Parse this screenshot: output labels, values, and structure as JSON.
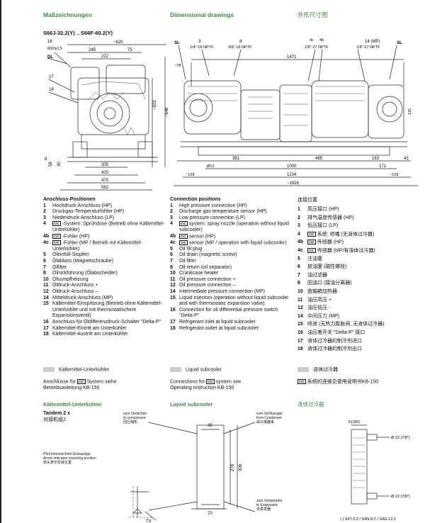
{
  "headers": {
    "de": "Maßzeichnungen",
    "en": "Dimensional drawings",
    "cn": "外形尺寸图"
  },
  "model_range": "S66J-32.2(Y) .. S66F-60.2(Y)",
  "dims_left": {
    "d16": "16",
    "m20": "M20x1.5",
    "dl": "DL",
    "d17": "17",
    "d18": "18",
    "d620": "~620",
    "d245": "245",
    "d75": "75",
    "d222": "222",
    "d923": "~923",
    "d646": "~646",
    "d8": "8",
    "d58": "58",
    "d30": "30",
    "d305": "305",
    "d420": "420",
    "d470": "470",
    "d562": "562"
  },
  "dims_right": {
    "sl_left": "SL",
    "p3": "3",
    "p3_thread": "1/4\"-18 NPTF",
    "p8": "8",
    "p8_thread": "3/8\"-18 NPTF",
    "p4c": "4c",
    "p4b": "4b",
    "p4_thread": "1/8\"-27 NPTF",
    "p14": "14 (MP)",
    "p14_thread": "1/8\"-27 NPTF",
    "sl_right": "SL",
    "d78": "~78",
    "d1471": "1471",
    "d115": "115",
    "d381": "381",
    "d465": "465",
    "d163": "163",
    "d43": "43",
    "d13": "Ø13",
    "d1000": "1000",
    "d171": "171",
    "d128": "~128",
    "d1234": "1234",
    "d128b": "~128",
    "d1826": "~1826"
  },
  "sections": {
    "de": {
      "title": "Anschluss-Positionen",
      "items": [
        {
          "n": "1",
          "t": "Hochdruck-Anschluss (HP)"
        },
        {
          "n": "2",
          "t": "Druckgas-Temperaturfühler (HP)"
        },
        {
          "n": "3",
          "t": "Niederdruck-Anschluss (LP)"
        },
        {
          "n": "4",
          "t": "-System: Sprühdüse (Betrieb ohne Kältemittel-Unterkühler)",
          "badge": true
        },
        {
          "n": "4b",
          "t": "-Fühler (HP)",
          "badge": true
        },
        {
          "n": "4c",
          "t": "-Fühler (MP / Betrieb mit Kältemittel-Unterkühler)",
          "badge": true
        },
        {
          "n": "5",
          "t": "Öleinfüll-Stopfen"
        },
        {
          "n": "6",
          "t": "Ölablass (Magnetschraube)"
        },
        {
          "n": "7",
          "t": "Ölfilter"
        },
        {
          "n": "8",
          "t": "Ölrückführung (Ölabscheider)"
        },
        {
          "n": "10",
          "t": "Ölsumpfheizung"
        },
        {
          "n": "11",
          "t": "Öldruck-Anschluss +"
        },
        {
          "n": "12",
          "t": "Öldruck-Anschluss –"
        },
        {
          "n": "14",
          "t": "Mitteldruck-Anschluss (MP)"
        },
        {
          "n": "15",
          "t": "Kältemittel-Einspritzung (Betrieb ohne Kältemittel-Unterkühler und mit thermostatischem Expansionsventil)"
        },
        {
          "n": "16",
          "t": "Anschluss für Öldifferenzdruck-Schalter \"Delta-P\""
        },
        {
          "n": "17",
          "t": "Kältemittel-Eintritt am Unterkühler"
        },
        {
          "n": "18",
          "t": "Kältemittel-Austritt am Unterkühler"
        }
      ],
      "subcooler_label": "Kältemittel-Unterkühler",
      "note_pre": "Anschlüsse für",
      "note_post": "System siehe",
      "note_line2": "Betriebsanleitung KB-150"
    },
    "en": {
      "title": "Connection positions",
      "items": [
        {
          "n": "1",
          "t": "High pressure connection (HP)"
        },
        {
          "n": "2",
          "t": "Discharge gas temperature sensor (HP)"
        },
        {
          "n": "3",
          "t": "Low pressure connection (LP)"
        },
        {
          "n": "4",
          "t": "system: spray nozzle (operation without liquid subcooler)",
          "badge": true
        },
        {
          "n": "4b",
          "t": "sensor (HP)",
          "badge": true
        },
        {
          "n": "4c",
          "t": "sensor (MP / operation with liquid subcooler)",
          "badge": true
        },
        {
          "n": "5",
          "t": "Oil fill plug"
        },
        {
          "n": "6",
          "t": "Oil drain (magnetic screw)"
        },
        {
          "n": "7",
          "t": "Oil filter"
        },
        {
          "n": "8",
          "t": "Oil return (oil separator)"
        },
        {
          "n": "10",
          "t": "Crankcase heater"
        },
        {
          "n": "11",
          "t": "Oil pressure connection +"
        },
        {
          "n": "12",
          "t": "Oil pressure connection –"
        },
        {
          "n": "14",
          "t": "Intermediate pressure connection (MP)"
        },
        {
          "n": "15",
          "t": "Liquid injection (operation without liquid subcooler and with thermostatic expansion valve)"
        },
        {
          "n": "16",
          "t": "Connection for oil differential pressure switch \"Delta-P\""
        },
        {
          "n": "17",
          "t": "Refrigerant inlet at liquid subcooler"
        },
        {
          "n": "18",
          "t": "Refrigerant outlet at liquid subcooler"
        }
      ],
      "subcooler_label": "Liquid subcooler",
      "note_pre": "Connections for",
      "note_post": "system see",
      "note_line2": "Operating Instruction KB-150"
    },
    "cn": {
      "title": "连接位置",
      "items": [
        {
          "n": "1",
          "t": "高压接口 (HP)"
        },
        {
          "n": "2",
          "t": "排气温度传感器 (HP)"
        },
        {
          "n": "3",
          "t": "低压接口 (LP)"
        },
        {
          "n": "4",
          "t": "系统: 喷嘴 (无液体过冷器)",
          "badge": true
        },
        {
          "n": "4b",
          "t": "传感器 (HP)",
          "badge": true
        },
        {
          "n": "4c",
          "t": "传感器 (MP/有液体过冷器)",
          "badge": true
        },
        {
          "n": "5",
          "t": "注油塞"
        },
        {
          "n": "6",
          "t": "放油塞 (磁性螺栓)"
        },
        {
          "n": "7",
          "t": "油过滤器"
        },
        {
          "n": "8",
          "t": "回油口 (接油分离器)"
        },
        {
          "n": "10",
          "t": "曲轴箱加热器"
        },
        {
          "n": "11",
          "t": "油压高压 +"
        },
        {
          "n": "12",
          "t": "油压低压 -"
        },
        {
          "n": "14",
          "t": "中间压力 (MP)"
        },
        {
          "n": "15",
          "t": "喷液 (无热力膨胀阀, 无液体过冷器)"
        },
        {
          "n": "16",
          "t": "油压差开关 \"Delta-P\" 接口"
        },
        {
          "n": "17",
          "t": "液体过冷器的制冷剂进口"
        },
        {
          "n": "18",
          "t": "液体过冷器的制冷剂出口"
        }
      ],
      "subcooler_label": "液体过冷器",
      "note_post": "系统的连接见使用说明书KB-150"
    }
  },
  "badge_text": "CIC",
  "subcooler_headers": {
    "de": "Kältemittel-Unterkühler",
    "en": "Liquid subcooler",
    "cn": "液体过冷器"
  },
  "tandem": {
    "title": "Tandem 2 x",
    "cn": "对接机组2"
  },
  "subcooler_drawing": {
    "to_compressor_de": "zum Verdichter",
    "to_compressor_en": "to compressor",
    "to_compressor_cn": "回压缩机",
    "arrow_de": "Pfeil kennzeichnet Einbaulage",
    "arrow_en": "Arrow indicates mounting position",
    "arrow_cn": "箭头表示安装位置",
    "from_cond_de": "vom Verflüssiger",
    "from_cond_en": "from Condenser",
    "from_cond_cn": "由冷凝器来",
    "to_evap_de": "zum Verdampfer",
    "to_evap_en": "to Evaporator",
    "to_evap_cn": "去蒸发器",
    "d35": "35",
    "d278": "278",
    "d308": "308",
    "d70": "70",
    "tx": "TX",
    "d51": "51(80)",
    "d22a": "Ø 22 (7/8\")",
    "d22b": "Ø 22 (7/8\")",
    "models": "( ) S4T-5.2 / S4N-8.2 / S4G-12.2"
  }
}
